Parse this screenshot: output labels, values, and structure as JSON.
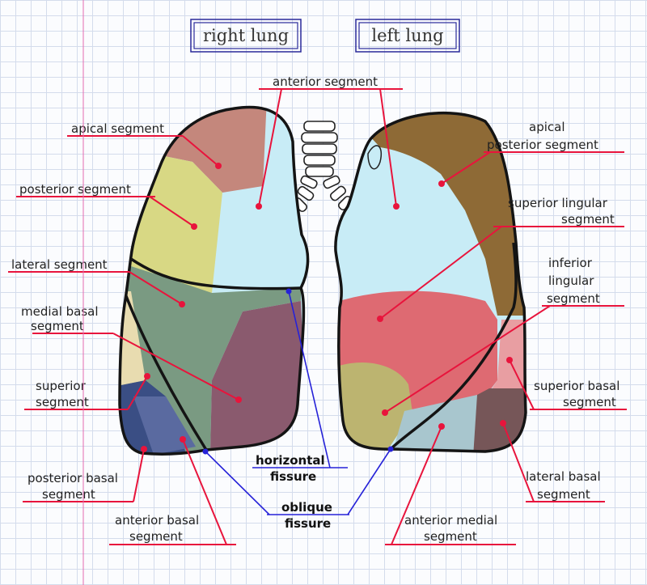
{
  "titles": {
    "right": "right lung",
    "left": "left lung"
  },
  "labels": {
    "anterior_segment": "anterior segment",
    "apical_segment": "apical segment",
    "posterior_segment": "posterior segment",
    "lateral_segment": "lateral segment",
    "medial_basal": [
      "medial basal",
      "segment"
    ],
    "superior_segment": [
      "superior",
      "segment"
    ],
    "posterior_basal": [
      "posterior basal",
      "segment"
    ],
    "anterior_basal": [
      "anterior basal",
      "segment"
    ],
    "horizontal_fissure": [
      "horizontal",
      "fissure"
    ],
    "oblique_fissure": [
      "oblique",
      "fissure"
    ],
    "apical_posterior": [
      "apical",
      "posterior segment"
    ],
    "superior_lingular": [
      "superior lingular",
      "segment"
    ],
    "inferior_lingular": [
      "inferior",
      "lingular",
      "segment"
    ],
    "superior_basal": [
      "superior basal",
      "segment"
    ],
    "lateral_basal": [
      "lateral basal",
      "segment"
    ],
    "anterior_medial": [
      "anterior medial",
      "segment"
    ]
  },
  "colors": {
    "red_leader": "#e8143c",
    "fissure_blue": "#2622d8",
    "apical_rl": "#c4877c",
    "posterior_rl": "#d8d884",
    "anterior_rl": "#c8ecf6",
    "lateral_rl": "#7a9a82",
    "medial_basal_rl": "#8a5a6e",
    "superior_rl": "#e8dcb0",
    "posterior_basal_rl": "#3a4e84",
    "anterior_basal_rl": "#5a6aa0",
    "apical_posterior_ll": "#8e6a36",
    "lingular_ll": "#c8ecf6",
    "inferior_lingular_ll": "#de6a72",
    "lower_lobe_olive_ll": "#bcb470",
    "superior_basal_ll": "#e89ea2",
    "lateral_basal_ll": "#765658",
    "anterior_medial_ll": "#a8c6ce"
  }
}
